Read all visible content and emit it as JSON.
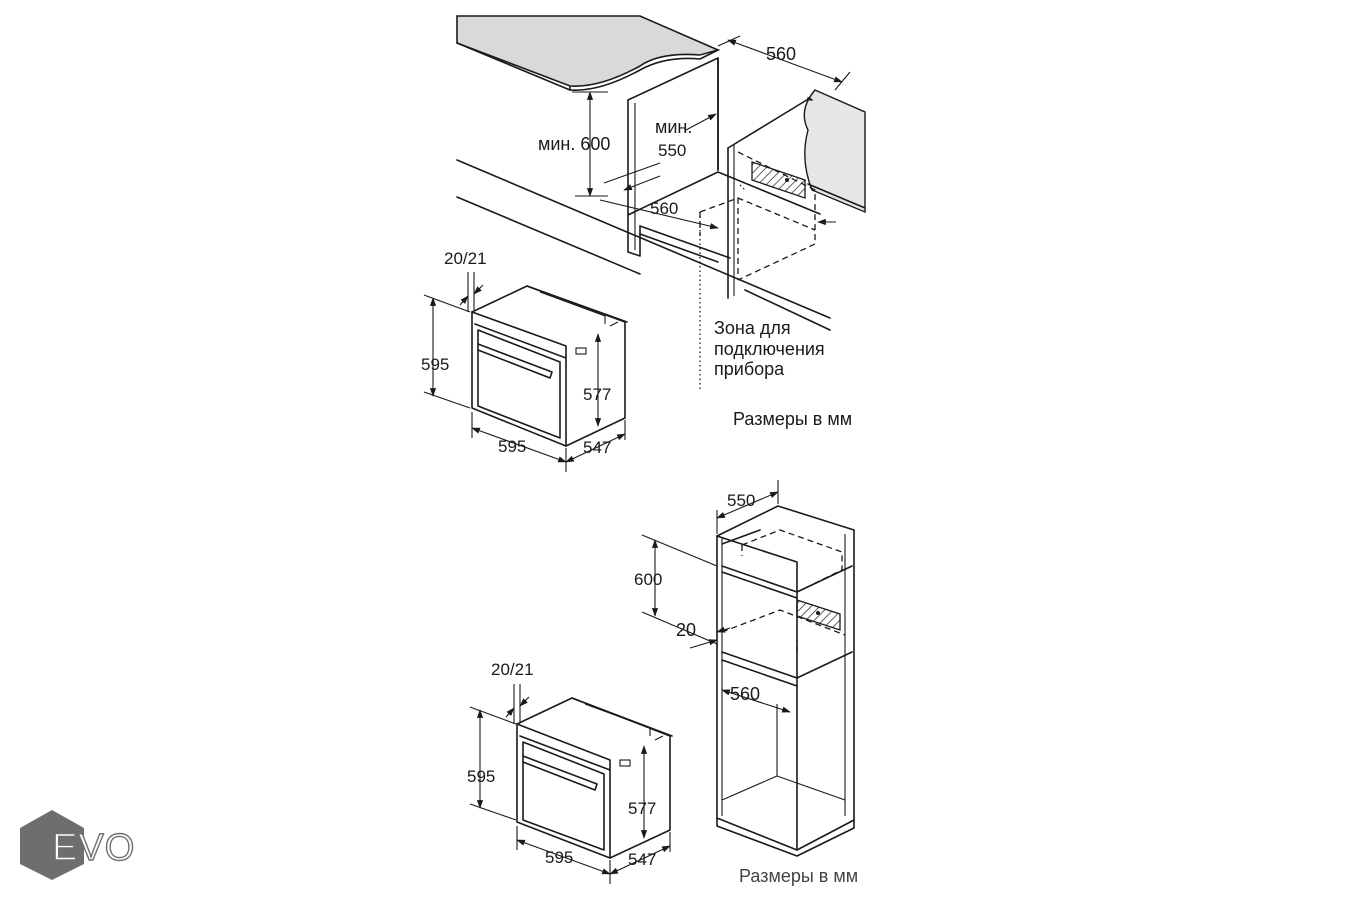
{
  "colors": {
    "line": "#1a1a1a",
    "countertop": "#d9d9d9",
    "wall": "#e6e6e6",
    "logo": "#6e6e6e"
  },
  "logo": {
    "text": "EVO",
    "icon": "hexagon-logo-icon"
  },
  "upper": {
    "niche": {
      "width_top": "560",
      "min_label": "мин.",
      "min_height": "мин. 600",
      "min_depth": "550",
      "width_bottom": "560",
      "zone_lines": [
        "Зона для",
        "подключения",
        "прибора"
      ]
    },
    "oven": {
      "gap": "20/21",
      "height": "595",
      "inner_height": "577",
      "width": "595",
      "depth": "547"
    },
    "units_note": "Размеры в мм"
  },
  "lower": {
    "niche": {
      "depth": "550",
      "height": "600",
      "gap": "20",
      "width": "560"
    },
    "oven": {
      "gap": "20/21",
      "height": "595",
      "inner_height": "577",
      "width": "595",
      "depth": "547"
    },
    "units_note": "Размеры в мм"
  }
}
